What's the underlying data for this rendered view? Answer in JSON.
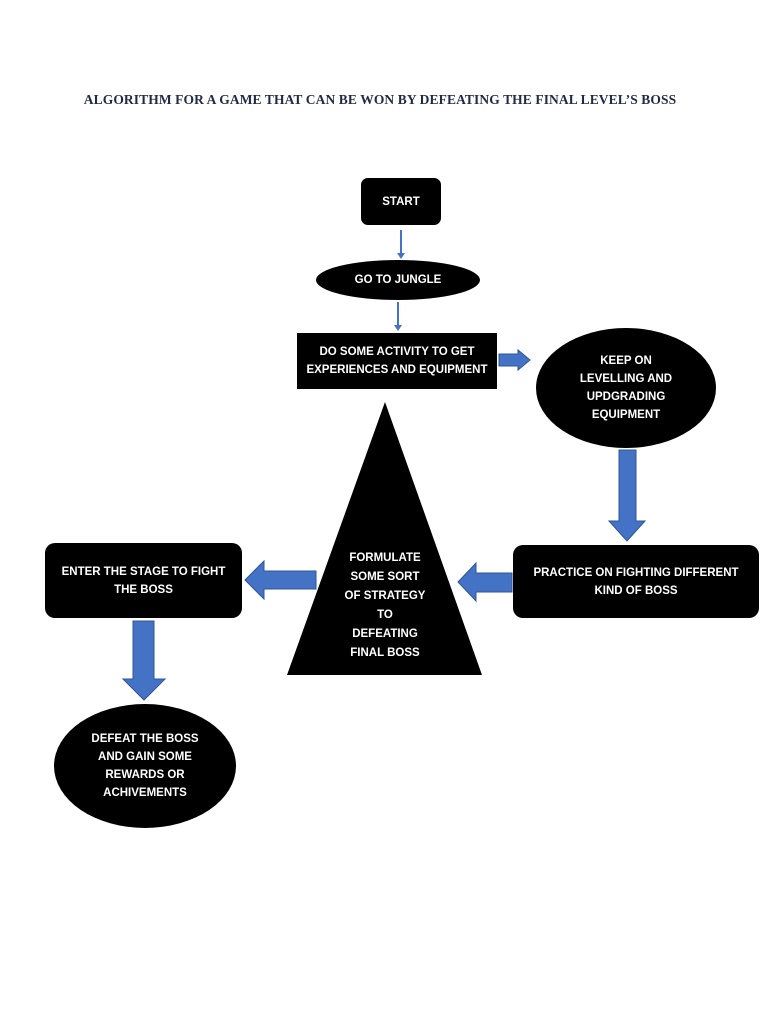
{
  "title": "ALGORITHM FOR A GAME  THAT CAN BE  WON  BY DEFEATING THE FINAL LEVEL’S BOSS",
  "nodes": {
    "start": "START",
    "go_to_jungle": "GO TO JUNGLE",
    "do_activity": "DO SOME ACTIVITY TO GET\nEXPERIENCES AND EQUIPMENT",
    "keep_levelling": "KEEP ON\nLEVELLING AND\nUPDGRADING\nEQUIPMENT",
    "practice": "PRACTICE ON FIGHTING DIFFERENT\nKIND OF BOSS",
    "formulate": "FORMULATE\nSOME SORT\nOF STRATEGY\nTO\nDEFEATING\nFINAL BOSS",
    "enter_stage": "ENTER THE STAGE TO  FIGHT\nTHE BOSS",
    "defeat_boss": "DEFEAT THE BOSS\nAND GAIN SOME\nREWARDS OR\nACHIVEMENTS"
  },
  "colors": {
    "node_fill": "#000000",
    "arrow_fill": "#4472c4",
    "arrow_stroke": "#2f5597",
    "node_text": "#ffffff"
  }
}
